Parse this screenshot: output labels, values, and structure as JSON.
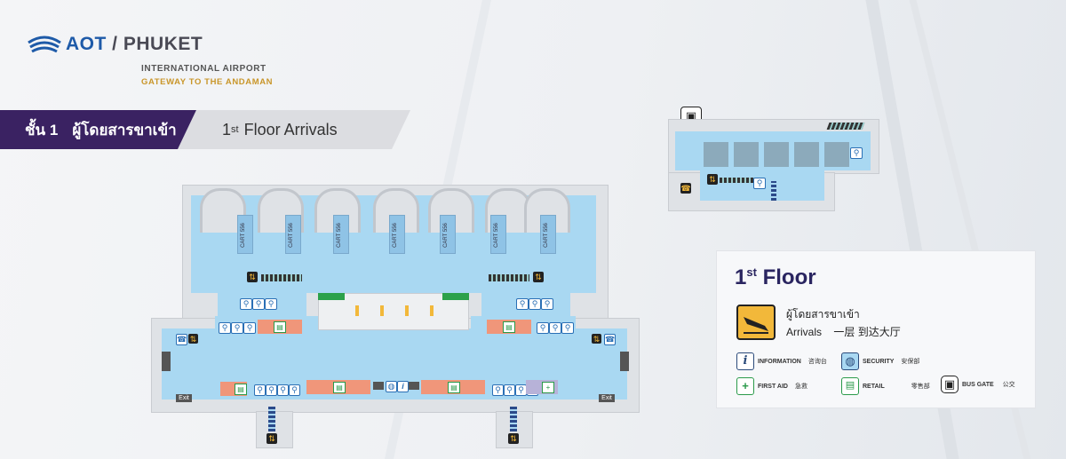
{
  "logo": {
    "brand": "AOT",
    "separator": "/",
    "city": "PHUKET",
    "subtitle": "INTERNATIONAL AIRPORT",
    "tagline": "GATEWAY TO THE ANDAMAN"
  },
  "banner": {
    "floor_thai_num": "ชั้น 1",
    "floor_thai_label": "ผู้โดยสารขาเข้า",
    "floor_en_num": "1",
    "floor_en_sup": "st",
    "floor_en_label": "Floor Arrivals"
  },
  "plan": {
    "baggage_carousels": [
      "CART 556",
      "CART 556",
      "CART 556",
      "CART 556",
      "CART 556",
      "CART 556",
      "CART 556"
    ],
    "exit_label": "Exit",
    "icons": {
      "toilets": "toilet-icon",
      "phone": "phone-icon",
      "info": "info-icon",
      "first_aid": "first-aid-icon",
      "retail": "retail-icon",
      "escalator": "escalator-icon",
      "bus": "bus-icon"
    }
  },
  "legend": {
    "title_num": "1",
    "title_sup": "st",
    "title_label": "Floor",
    "arrivals_thai": "ผู้โดยสารขาเข้า",
    "arrivals_en": "Arrivals",
    "arrivals_cn": "一层 到达大厅",
    "items": [
      {
        "label": "INFORMATION",
        "cn": "咨询台"
      },
      {
        "label": "SECURITY",
        "cn": "安保部"
      },
      {
        "label": "FIRST AID",
        "cn": "急救"
      },
      {
        "label": "RETAIL",
        "cn": "零售部"
      },
      {
        "label": "BUS GATE",
        "cn": "公交"
      }
    ]
  },
  "colors": {
    "brand_blue": "#1e5aa8",
    "banner_purple": "#3a2262",
    "zone_blue": "#a9d8f2",
    "retail_salmon": "#f0967a",
    "gold": "#c9962a"
  }
}
